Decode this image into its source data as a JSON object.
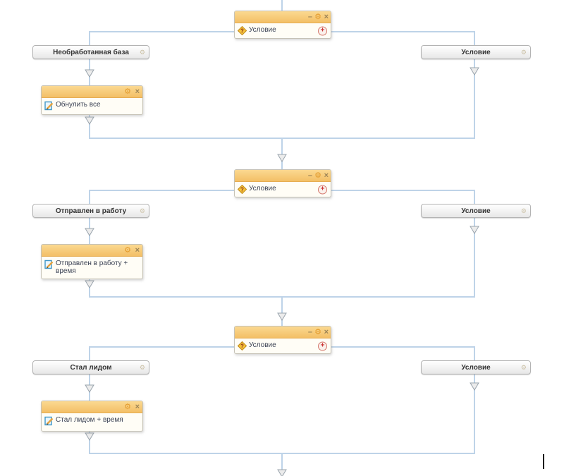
{
  "canvas": {
    "background": "#ffffff",
    "connector_color": "#bed3e8",
    "header_color": "#f3bf66",
    "add_button_color": "#cc3333"
  },
  "icons": {
    "minimize": "–",
    "settings": "⚙",
    "close": "×",
    "add": "+",
    "condition_icon": "yellow-diamond",
    "action_icon": "edit-document"
  },
  "sections": [
    {
      "condition_label": "Условие",
      "left_button": "Необработанная база",
      "right_button": "Условие",
      "action_label": "Обнулить все"
    },
    {
      "condition_label": "Условие",
      "left_button": "Отправлен в работу",
      "right_button": "Условие",
      "action_label": "Отправлен в работу + время"
    },
    {
      "condition_label": "Условие",
      "left_button": "Стал лидом",
      "right_button": "Условие",
      "action_label": "Стал лидом + время"
    }
  ]
}
